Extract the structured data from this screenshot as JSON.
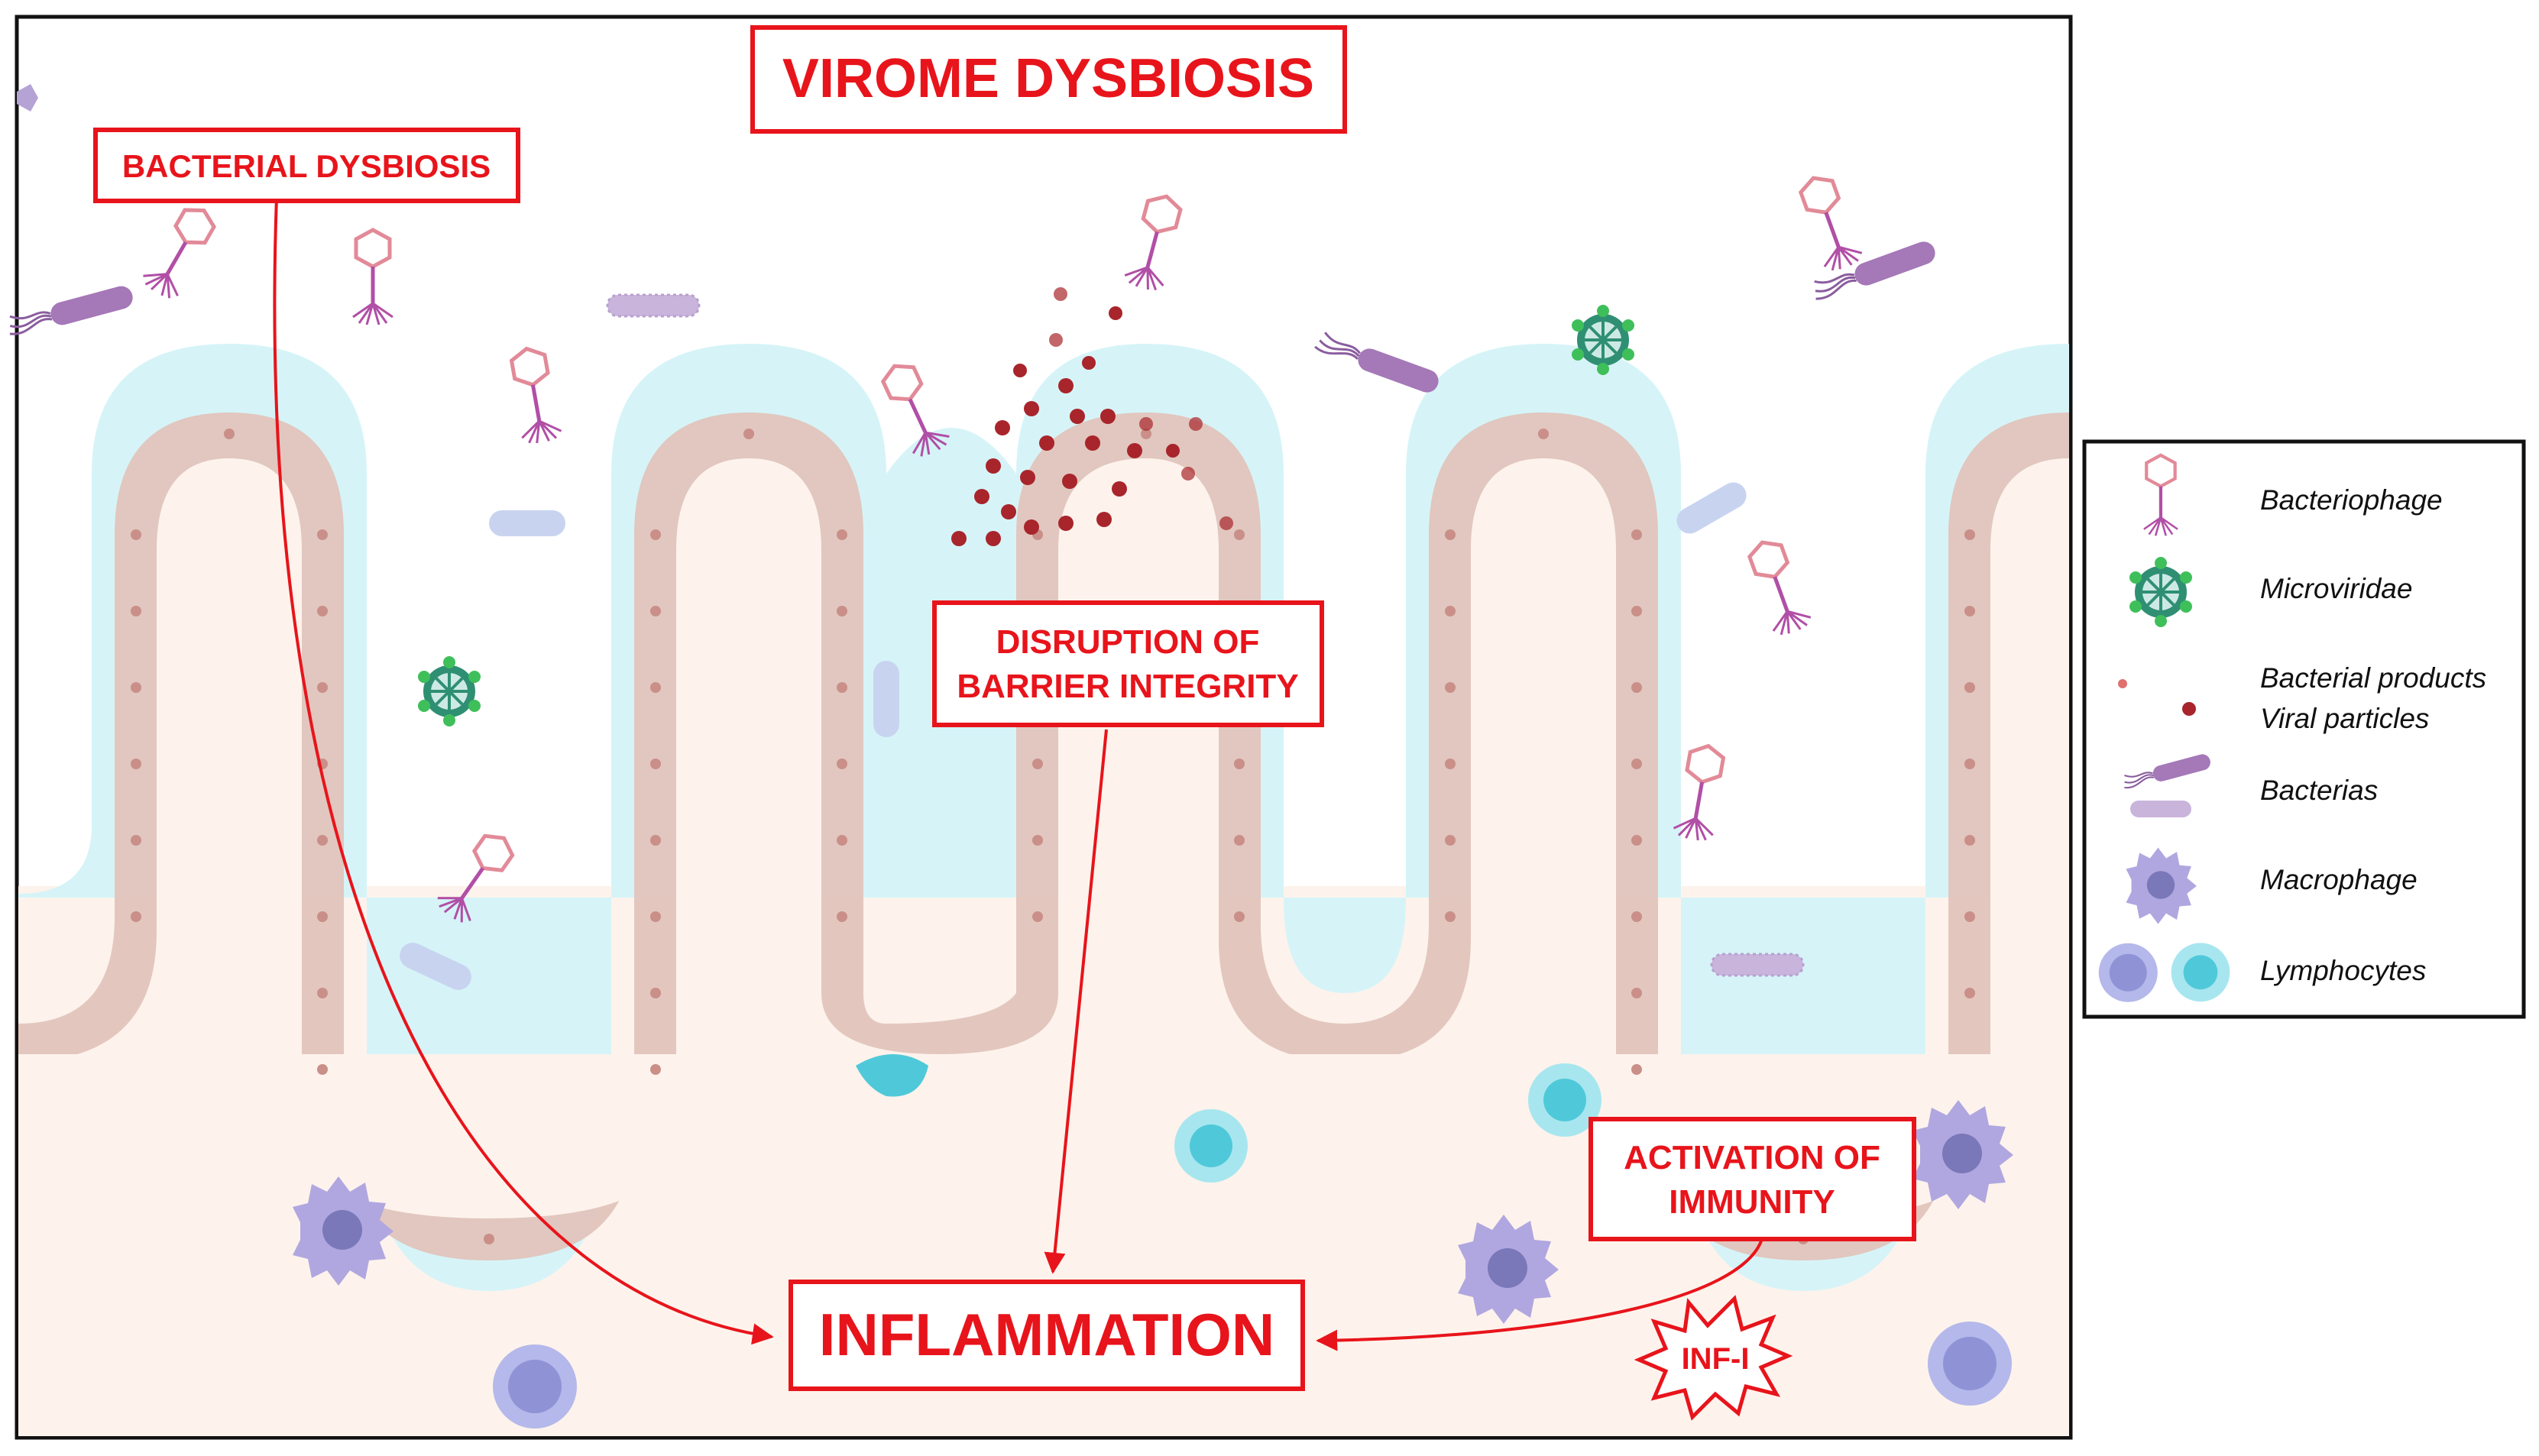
{
  "labels": {
    "title": "VIROME DYSBIOSIS",
    "bacterial_dysbiosis": "BACTERIAL DYSBIOSIS",
    "barrier_line1": "DISRUPTION OF",
    "barrier_line2": "BARRIER INTEGRITY",
    "immunity_line1": "ACTIVATION OF",
    "immunity_line2": "IMMUNITY",
    "inflammation": "INFLAMMATION",
    "inf": "INF-I"
  },
  "legend": {
    "items": [
      {
        "icon": "bacteriophage-icon",
        "label": "Bacteriophage"
      },
      {
        "icon": "microviridae-icon",
        "label": "Microviridae"
      },
      {
        "icon": "particles-icon",
        "label": "Bacterial products"
      },
      {
        "icon": "particles-icon",
        "label": "Viral particles"
      },
      {
        "icon": "bacteria-icon",
        "label": "Bacterias"
      },
      {
        "icon": "macrophage-icon",
        "label": "Macrophage"
      },
      {
        "icon": "lymphocytes-icon",
        "label": "Lymphocytes"
      }
    ]
  },
  "colors": {
    "accent_red": "#e8141b",
    "tissue": "#fdf3ec",
    "mucus": "#d6f4f8",
    "epithelium": "#e2c4bc",
    "nucleus": "#c98f88",
    "bacteria_purple": "#a578b8",
    "microviridae_green": "#3fbf5a",
    "lymphocyte_cyan": "#4fc9d9",
    "lymphocyte_blue": "#8f93d6",
    "particle_red": "#a8252b"
  }
}
